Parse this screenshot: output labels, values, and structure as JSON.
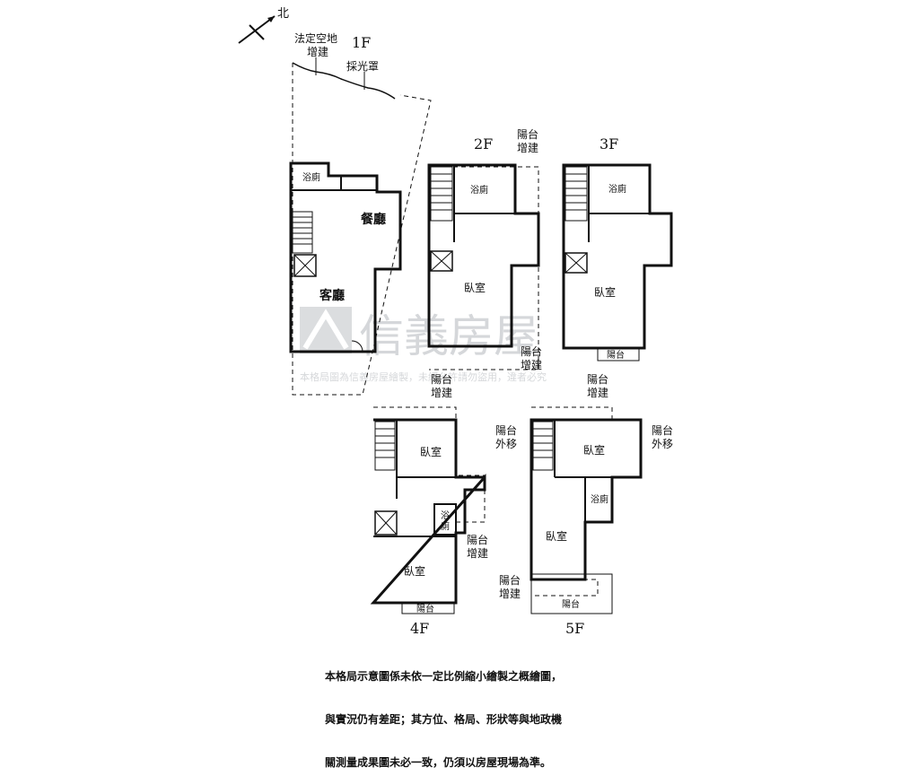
{
  "compass": {
    "label": "北"
  },
  "floors": {
    "f1": "1F",
    "f2": "2F",
    "f3": "3F",
    "f4": "4F",
    "f5": "5F"
  },
  "rooms": {
    "bath": "浴廁",
    "bath_short": "浴",
    "bath_short2": "廁",
    "dining": "餐廳",
    "living": "客廳",
    "bedroom": "臥室",
    "balcony": "陽台"
  },
  "annotations": {
    "legal_open_space_1": "法定空地",
    "legal_open_space_2": "增建",
    "skylight": "採光罩",
    "balcony_addition_1": "陽台",
    "balcony_addition_2": "增建",
    "balcony_moved_1": "陽台",
    "balcony_moved_2": "外移"
  },
  "watermark": {
    "brand": "信義房屋",
    "copyright": "本格局圖為信義房屋繪製，未經允許請勿盜用，違者必究"
  },
  "disclaimer": {
    "line1": "本格局示意圖係未依一定比例縮小繪製之概繪圖，",
    "line2": "與實況仍有差距；其方位、格局、形狀等與地政機",
    "line3": "關測量成果圖未必一致，仍須以房屋現場為準。"
  }
}
